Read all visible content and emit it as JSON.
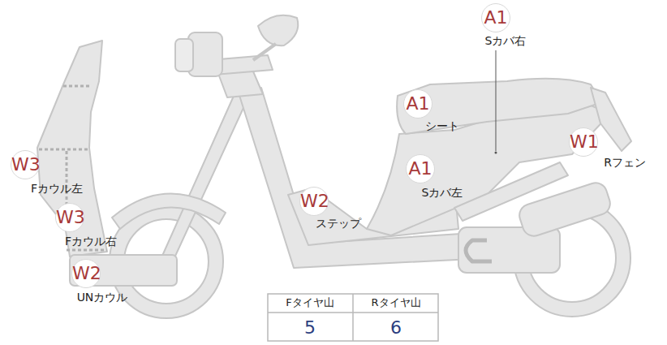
{
  "diagram": {
    "nodes": [
      {
        "text": [
          "A1",
          "Sカバ右"
        ]
      },
      {
        "text": [
          "A1",
          "シート"
        ]
      },
      {
        "text": [
          "W1",
          "Rフェン"
        ]
      },
      {
        "text": [
          "W3",
          "Fカウル左"
        ]
      },
      {
        "text": [
          "A1",
          "Sカバ左"
        ]
      },
      {
        "text": [
          "W2",
          "ステップ"
        ]
      },
      {
        "text": [
          "W3",
          "Fカウル右"
        ]
      },
      {
        "text": [
          "W2",
          "UNカウル"
        ]
      }
    ],
    "labels": [
      "Fタイヤ山",
      "Rタイヤ山",
      "5",
      "6"
    ]
  }
}
